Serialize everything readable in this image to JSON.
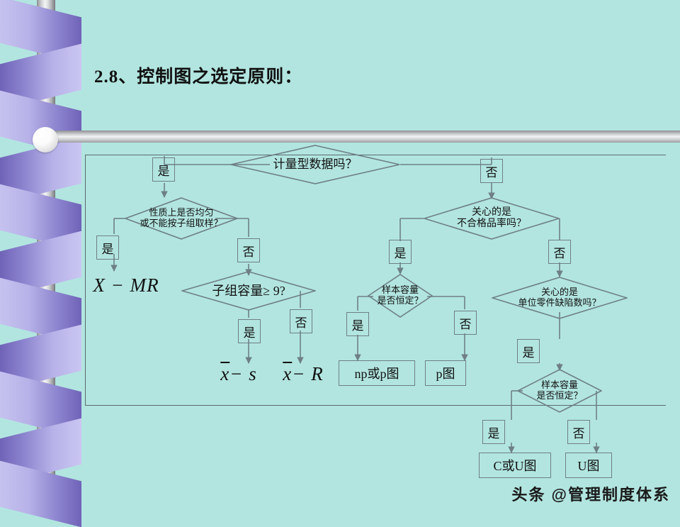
{
  "slide": {
    "title": "2.8、控制图之选定原则：",
    "background_color": "#b2e5e0",
    "watermark": "头条 @管理制度体系"
  },
  "flowchart": {
    "type": "decision-tree",
    "nodes": [
      {
        "id": "d1",
        "shape": "diamond",
        "text": "计量型数据吗？"
      },
      {
        "id": "d2",
        "shape": "diamond",
        "text": "性质上是否均匀\n或不能按子组取样？"
      },
      {
        "id": "d3",
        "shape": "diamond",
        "text": "子组容量≥ 9?"
      },
      {
        "id": "d4",
        "shape": "diamond",
        "text": "关心的是\n不合格品率吗？"
      },
      {
        "id": "d5",
        "shape": "diamond",
        "text": "样本容量\n是否恒定？"
      },
      {
        "id": "d6",
        "shape": "diamond",
        "text": "关心的是\n单位零件缺陷数吗？"
      },
      {
        "id": "d7",
        "shape": "diamond",
        "text": "样本容量\n是否恒定？"
      },
      {
        "id": "t1",
        "shape": "plain",
        "text": "X − MR"
      },
      {
        "id": "t2",
        "shape": "plain",
        "text_parts": {
          "bar": "x",
          "rest": " − s"
        }
      },
      {
        "id": "t3",
        "shape": "plain",
        "text_parts": {
          "bar": "x",
          "rest": " − R"
        }
      },
      {
        "id": "t4",
        "shape": "rect",
        "text": "np或p图"
      },
      {
        "id": "t5",
        "shape": "rect",
        "text": "p图"
      },
      {
        "id": "t6",
        "shape": "rect",
        "text": "C或U图"
      },
      {
        "id": "t7",
        "shape": "rect",
        "text": "U图"
      }
    ],
    "edge_labels": {
      "yes": "是",
      "no": "否",
      "l1": "是",
      "l2": "否",
      "l3": "是",
      "l4": "否",
      "l5": "是",
      "l6": "否",
      "l7": "是",
      "l8": "否",
      "l9": "是",
      "l10": "否",
      "l11": "是",
      "l12": "否"
    },
    "colors": {
      "line": "#6e7f85",
      "text": "#111111"
    }
  }
}
